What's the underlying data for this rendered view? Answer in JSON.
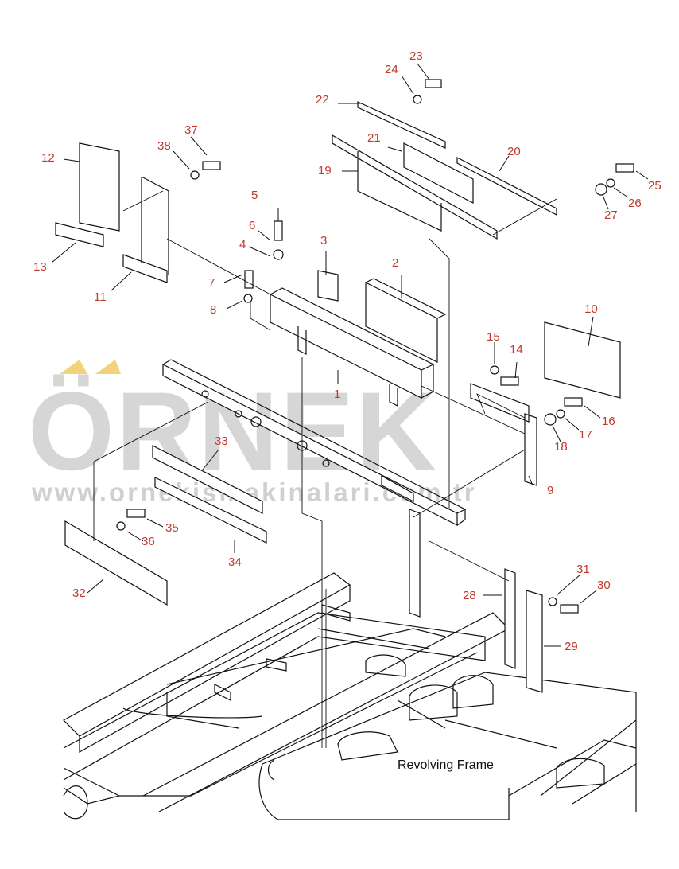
{
  "diagram": {
    "caption": "Revolving Frame",
    "callouts": [
      "1",
      "2",
      "3",
      "4",
      "5",
      "6",
      "7",
      "8",
      "9",
      "10",
      "11",
      "12",
      "13",
      "14",
      "15",
      "16",
      "17",
      "18",
      "19",
      "20",
      "21",
      "22",
      "23",
      "24",
      "25",
      "26",
      "27",
      "28",
      "29",
      "30",
      "31",
      "32",
      "33",
      "34",
      "35",
      "36",
      "37",
      "38"
    ],
    "colors": {
      "callout": "#c0392b",
      "line": "#111111",
      "watermark": "#cfcfcf",
      "watermark_accent": "#f2d27a"
    }
  },
  "watermark": {
    "brand": "ÖRNEK",
    "url": "www.ornekismakinalari.com.tr"
  }
}
